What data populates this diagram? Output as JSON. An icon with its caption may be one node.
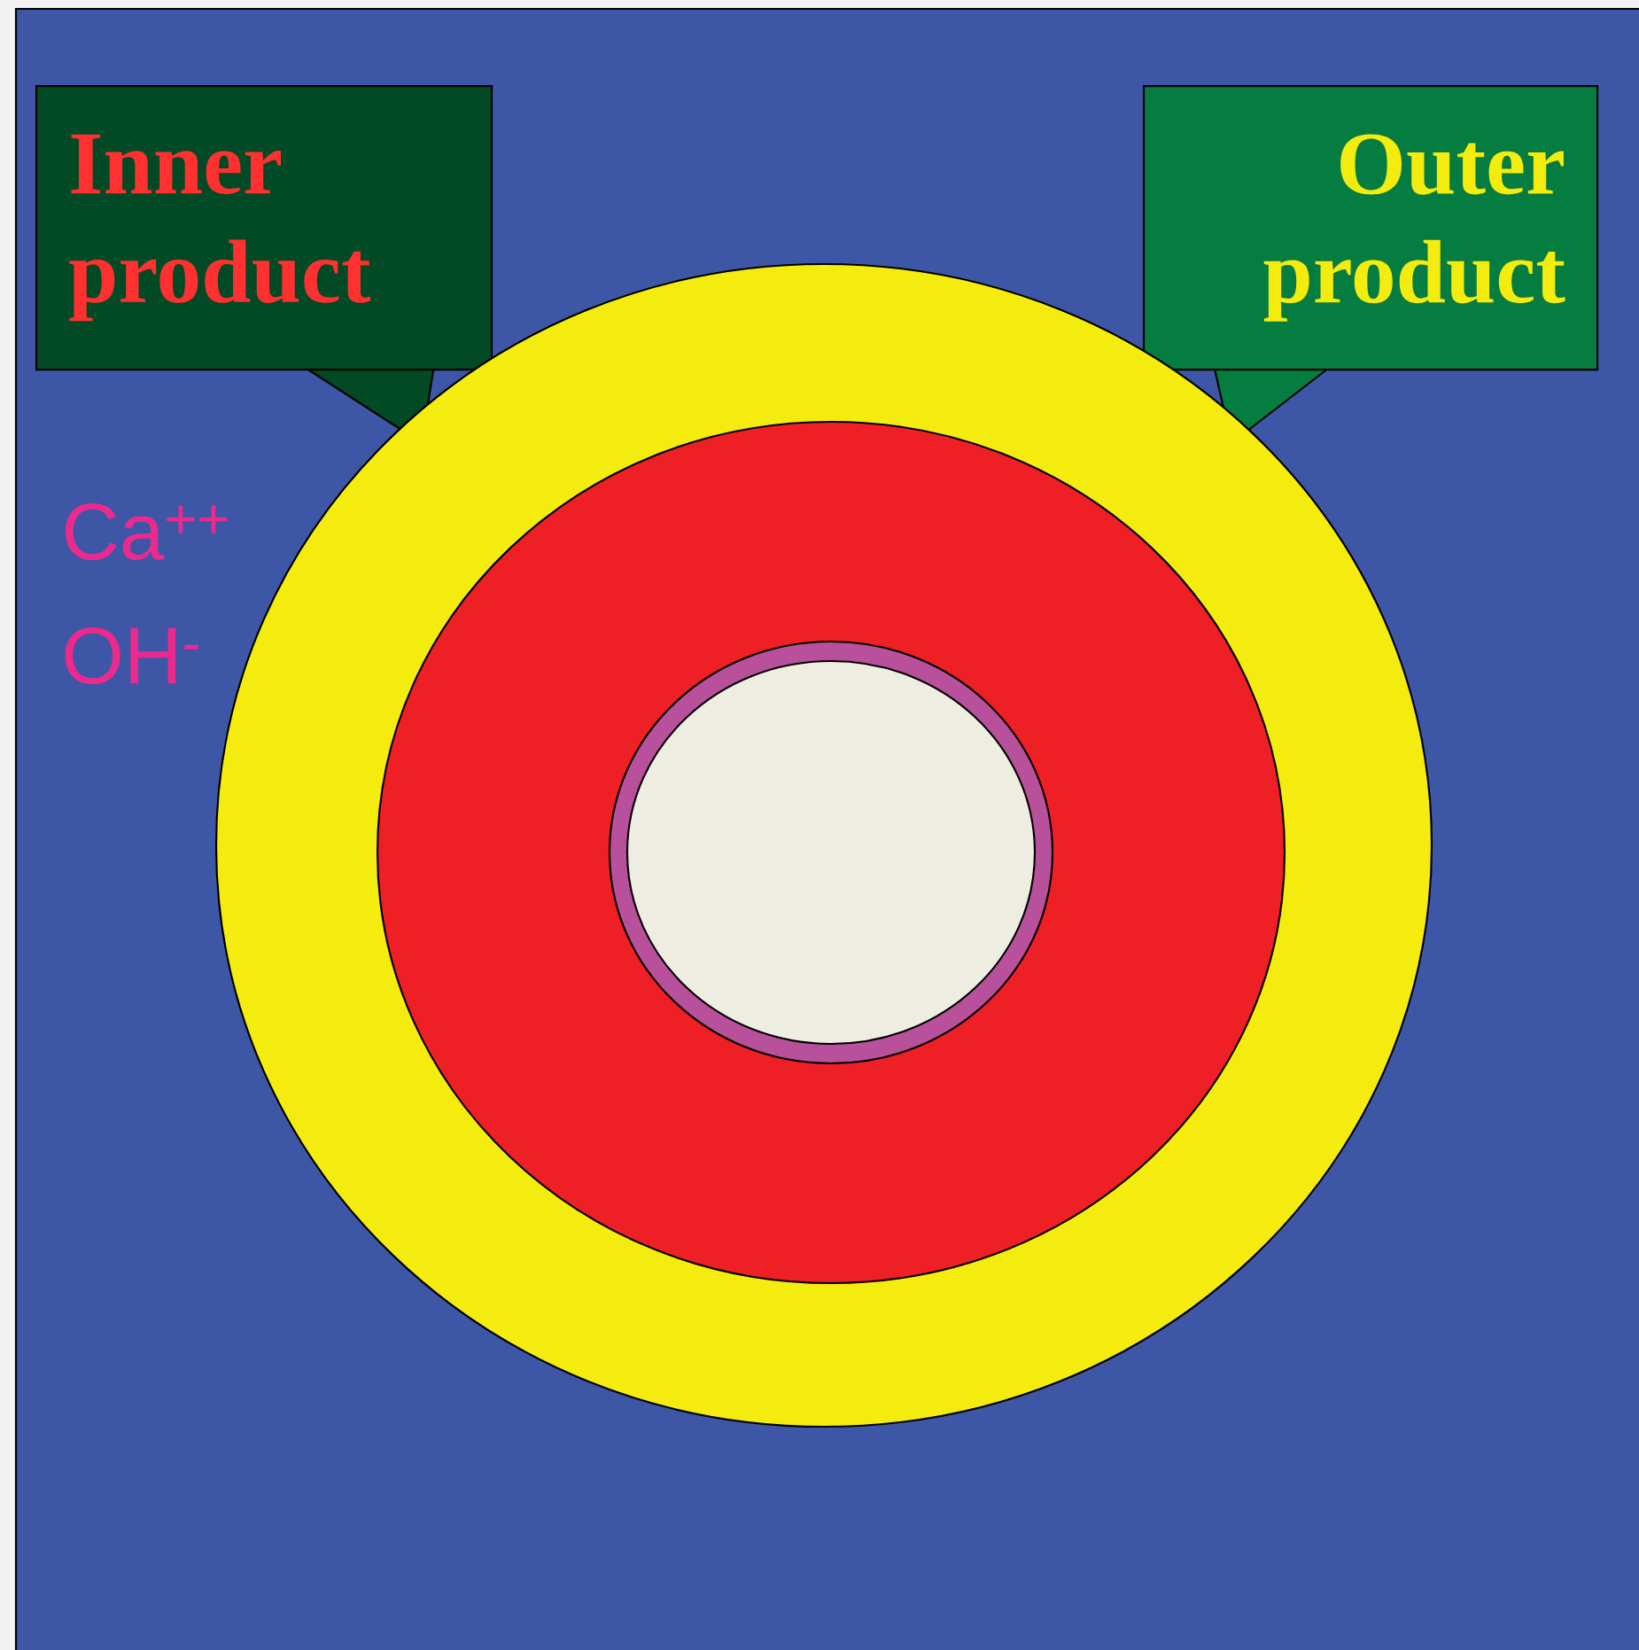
{
  "diagram": {
    "nodes": [
      {
        "text": [
          "Inner product"
        ]
      },
      {
        "text": [
          "Outer product"
        ]
      },
      {
        "text": [],
        "shape": "circle"
      },
      {
        "text": [],
        "shape": "circle",
        "in": 2
      },
      {
        "text": [],
        "shape": "circle",
        "in": 3
      },
      {
        "text": [],
        "shape": "circle",
        "in": 4
      }
    ],
    "labels": [
      "Ca$^{++}$",
      "OH$^{-}$"
    ]
  }
}
